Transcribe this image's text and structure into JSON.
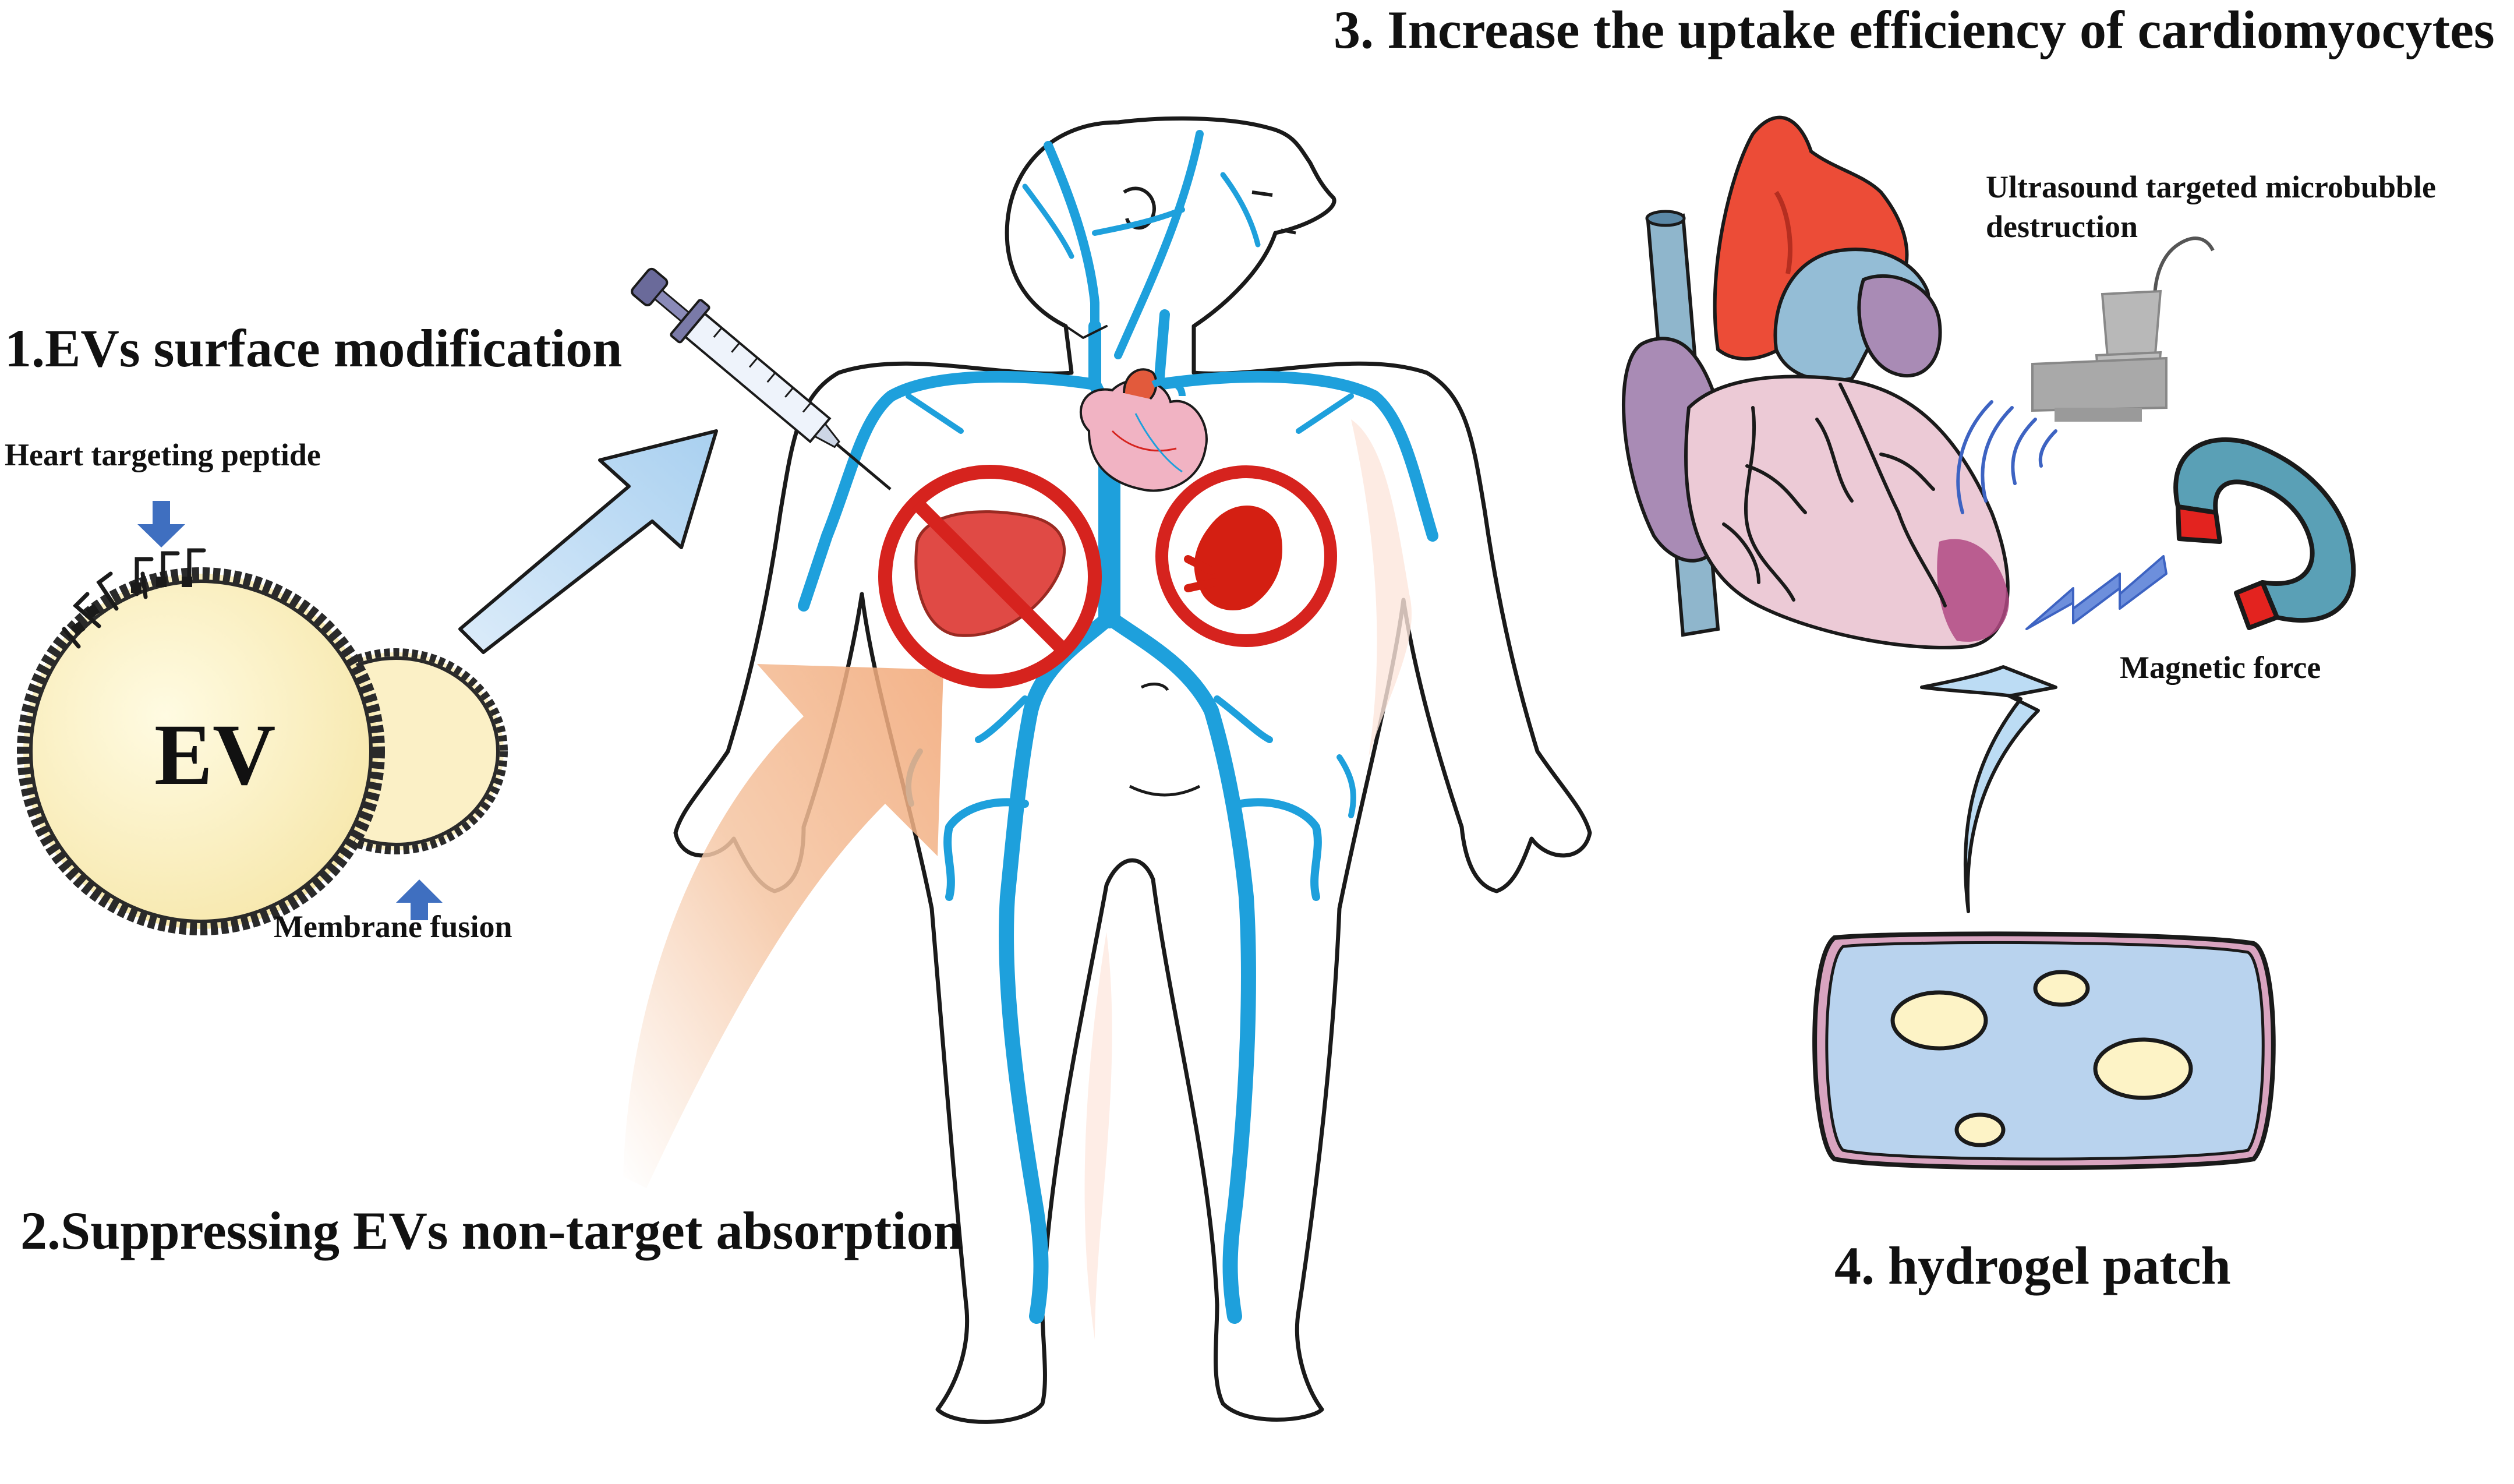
{
  "steps": {
    "s1": "1.EVs surface modification",
    "s2": "2.Suppressing EVs non-target absorption",
    "s3": "3. Increase the uptake efficiency of cardiomyocytes",
    "s4": "4. hydrogel patch"
  },
  "labels": {
    "heart_targeting_peptide": "Heart targeting peptide",
    "membrane_fusion": "Membrane fusion",
    "ev": "EV",
    "ultrasound_line1": "Ultrasound targeted microbubble",
    "ultrasound_line2": "destruction",
    "magnetic_force": "Magnetic force"
  },
  "icons": [
    "ev-vesicle-icon",
    "syringe-icon",
    "human-body-icon",
    "vein-network-icon",
    "small-heart-icon",
    "liver-prohibited-icon",
    "spleen-prohibited-icon",
    "large-heart-icon",
    "ultrasound-probe-icon",
    "magnet-icon",
    "lightning-icon",
    "hydrogel-patch-icon"
  ],
  "colors": {
    "vein": "#1ea0dc",
    "prohibit": "#d6231e",
    "arrow_blue": "#bcdcf4",
    "arrow_orange": "#f5b890",
    "ev_fill": "#fbf0c6",
    "patch_fill": "#b9d3ee",
    "heart_red": "#e8473a",
    "heart_pink": "#e8c4d0",
    "heart_purple": "#a98bb5"
  }
}
